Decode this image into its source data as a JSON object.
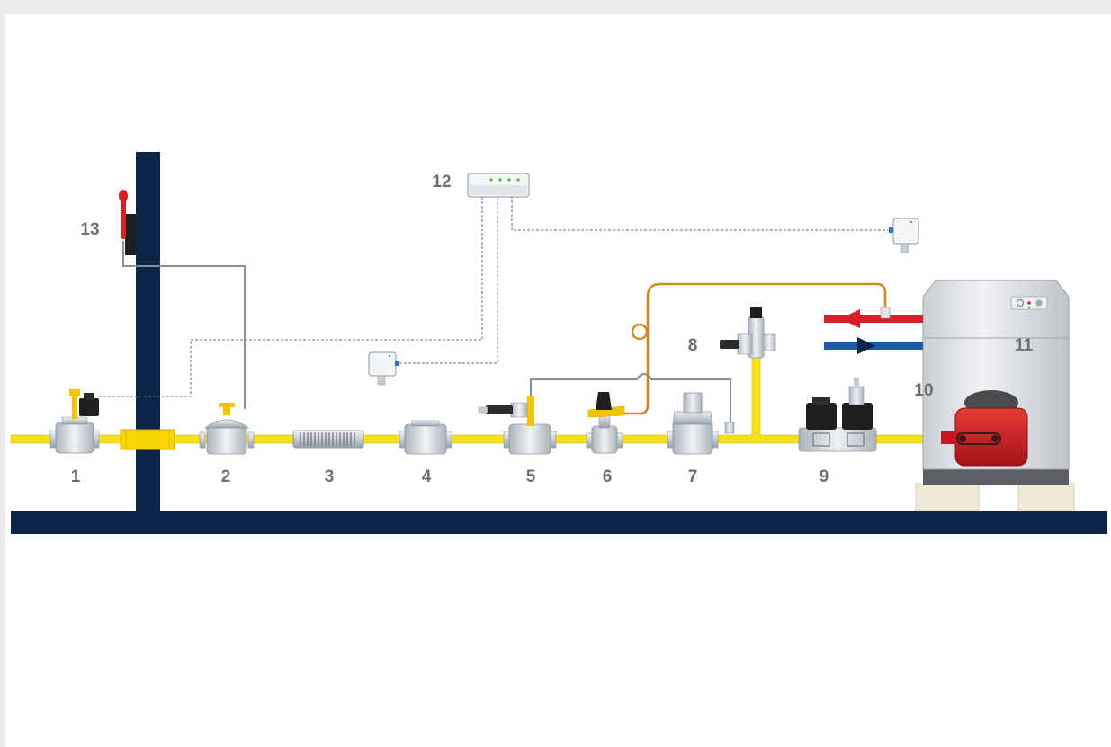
{
  "diagram": {
    "labels": {
      "n1": "1",
      "n2": "2",
      "n3": "3",
      "n4": "4",
      "n5": "5",
      "n6": "6",
      "n7": "7",
      "n8": "8",
      "n9": "9",
      "n10": "10",
      "n11": "11",
      "n12": "12",
      "n13": "13"
    },
    "colors": {
      "gas_pipe": "#f7e01a",
      "wall": "#0c2649",
      "hot_water": "#d81e26",
      "cold_water": "#1f5aa6",
      "burner": "#c8181f",
      "copper_tube": "#c98a2a",
      "valve_body": "#d6dbe1"
    }
  }
}
